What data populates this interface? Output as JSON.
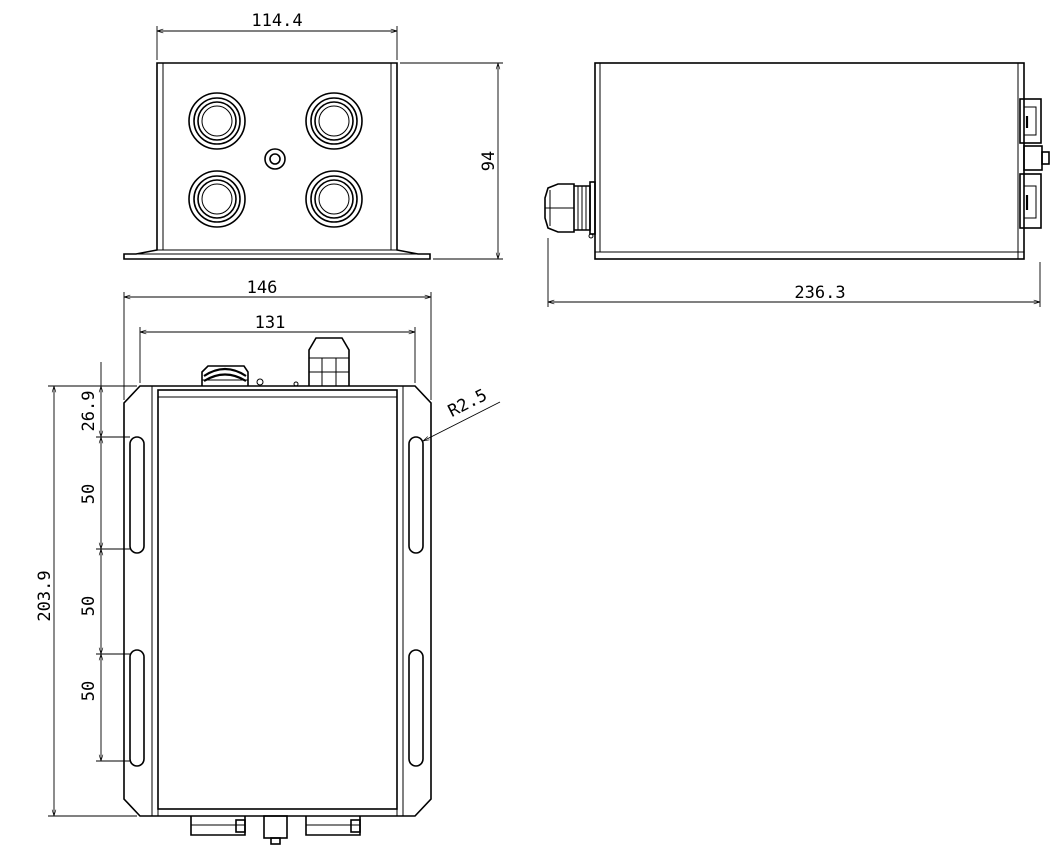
{
  "views": {
    "front": {
      "width_label": "114.4",
      "height_label": "94"
    },
    "side": {
      "length_label": "236.3"
    },
    "top": {
      "overall_width_label": "146",
      "body_width_label": "131",
      "length_label": "203.9",
      "slot_offset_label": "26.9",
      "slot_pitch_labels": [
        "50",
        "50",
        "50"
      ],
      "radius_label": "R2.5"
    }
  },
  "colors": {
    "line": "#000000",
    "background": "#ffffff"
  }
}
